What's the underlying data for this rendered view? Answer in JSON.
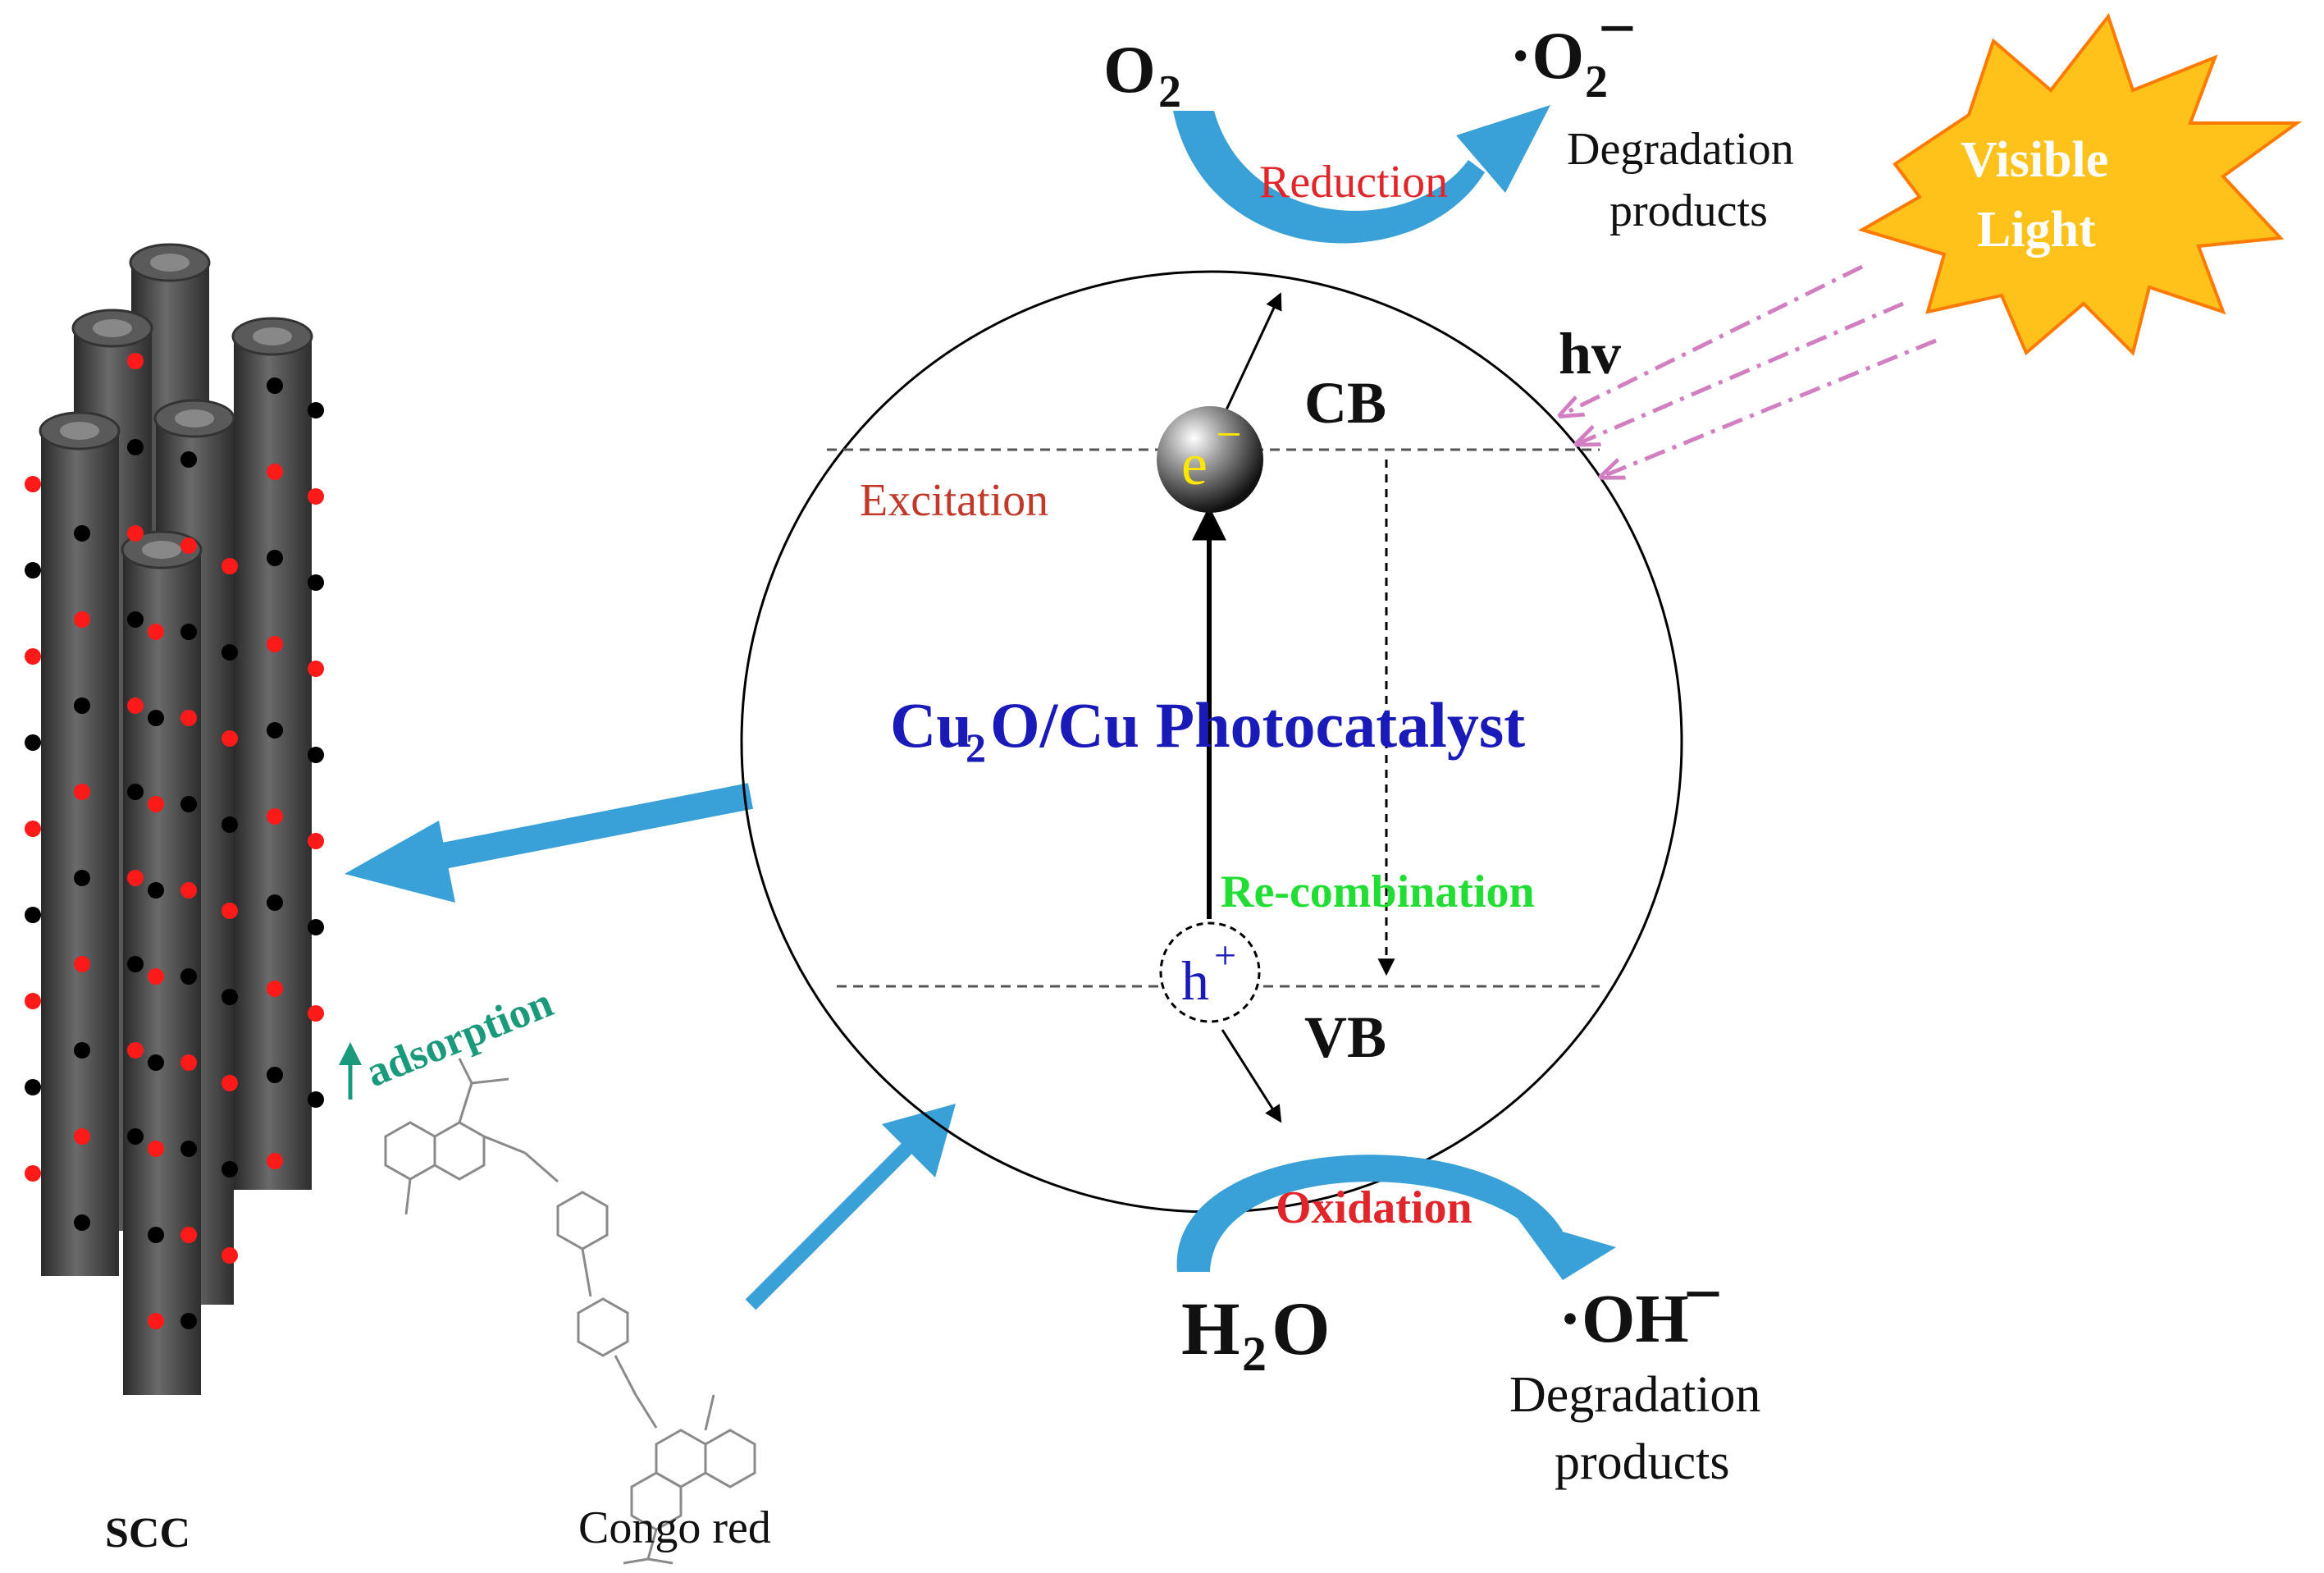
{
  "labels": {
    "o2": "O",
    "o2_sub": "2",
    "superoxide": "·O",
    "superoxide_sub": "2",
    "superoxide_sup": "−",
    "reduction": "Reduction",
    "degradation_top_1": "Degradation",
    "degradation_top_2": "products",
    "visible_light_1": "Visible",
    "visible_light_2": "Light",
    "hv": "hv",
    "cb": "CB",
    "vb": "VB",
    "excitation": "Excitation",
    "electron": "e",
    "electron_sup": "−",
    "hole": "h",
    "hole_sup": "+",
    "catalyst_a": "Cu",
    "catalyst_sub": "2",
    "catalyst_b": "O/Cu Photocatalyst",
    "recombination": "Re-combination",
    "oxidation": "Oxidation",
    "h2o_a": "H",
    "h2o_sub": "2",
    "h2o_b": "O",
    "hydroxyl": "·OH",
    "hydroxyl_sup": "−",
    "degradation_bottom_1": "Degradation",
    "degradation_bottom_2": "products",
    "adsorption": "adsorption",
    "scc": "SCC",
    "congo_red": "Congo red"
  },
  "colors": {
    "arrow_blue": "#3aa0d8",
    "label_red": "#e0262b",
    "label_darkred": "#c0392b",
    "catalyst_blue": "#1a1ab8",
    "recombination_green": "#22dd33",
    "adsorption_teal": "#1a9a7a",
    "light_dashes": "#d27fc1",
    "star_fill": "#ffc21a",
    "star_stroke": "#ff7a00",
    "tube_gray": "#4a4a4a",
    "dot_red": "#ff1a1a",
    "dot_black": "#000000"
  },
  "icons": {
    "sun": "starburst-icon",
    "tubes": "carbon-tube-icon",
    "molecule": "molecule-icon"
  }
}
